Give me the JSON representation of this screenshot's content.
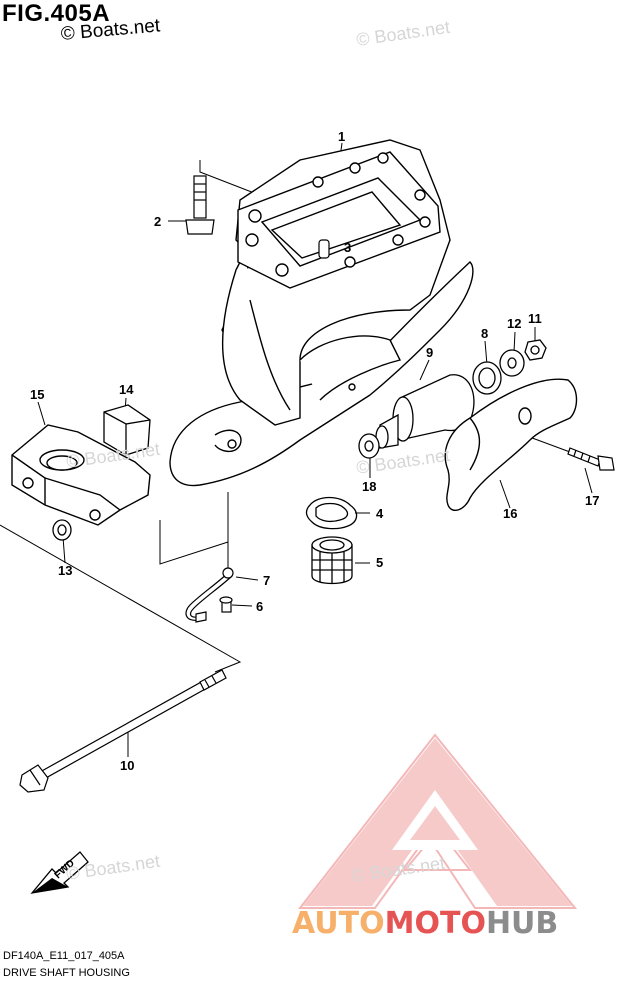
{
  "figure": {
    "title": "FIG.405A",
    "watermark": "© Boats.net",
    "model_code": "DF140A_E11_017_405A",
    "caption": "DRIVE SHAFT HOUSING"
  },
  "callouts": [
    "1",
    "2",
    "3",
    "4",
    "5",
    "6",
    "7",
    "8",
    "9",
    "10",
    "11",
    "12",
    "13",
    "14",
    "15",
    "16",
    "17",
    "18"
  ],
  "fwd_label": "FWD",
  "brand": {
    "part1": "AUTO",
    "part2": "MOTO",
    "part3": "HUB",
    "colors": {
      "part1": "#f6b06a",
      "part2": "#e55353",
      "part3": "#8c8c8c"
    }
  }
}
